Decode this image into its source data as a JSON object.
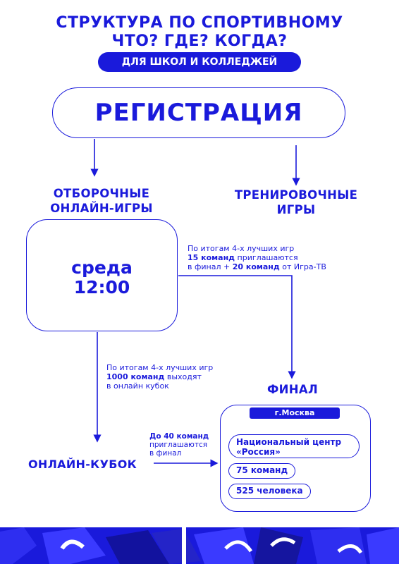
{
  "header": {
    "title_line1": "СТРУКТУРА ПО СПОРТИВНОМУ",
    "title_line2": "ЧТО? ГДЕ? КОГДА?",
    "subtitle": "ДЛЯ ШКОЛ И КОЛЛЕДЖЕЙ"
  },
  "registration": {
    "label": "РЕГИСТРАЦИЯ"
  },
  "qualifying": {
    "heading_line1": "ОТБОРОЧНЫЕ",
    "heading_line2": "ОНЛАЙН-ИГРЫ",
    "day": "среда",
    "time": "12:00"
  },
  "training": {
    "heading_line1": "ТРЕНИРОВОЧНЫЕ",
    "heading_line2": "ИГРЫ"
  },
  "note_final": {
    "line1": "По итогам 4-х лучших игр",
    "line2_bold": "15 команд",
    "line2_rest": " приглашаются",
    "line3_pre": "в финал + ",
    "line3_bold": "20 команд",
    "line3_post": " от Игра-ТВ"
  },
  "note_cup": {
    "line1": "По итогам 4-х лучших игр",
    "line2_bold": "1000 команд",
    "line2_rest": " выходят",
    "line3": "в онлайн кубок"
  },
  "online_cup": {
    "label": "ОНЛАЙН-КУБОК"
  },
  "note_cup_final": {
    "line1_bold": "До 40 команд",
    "line2": "приглашаются",
    "line3": "в финал"
  },
  "final": {
    "heading": "ФИНАЛ",
    "city": "г.Москва",
    "venue_line1": "Национальный центр",
    "venue_line2": "«Россия»",
    "teams": "75 команд",
    "people": "525 человека"
  },
  "colors": {
    "accent": "#1a1adb",
    "background": "#ffffff"
  }
}
